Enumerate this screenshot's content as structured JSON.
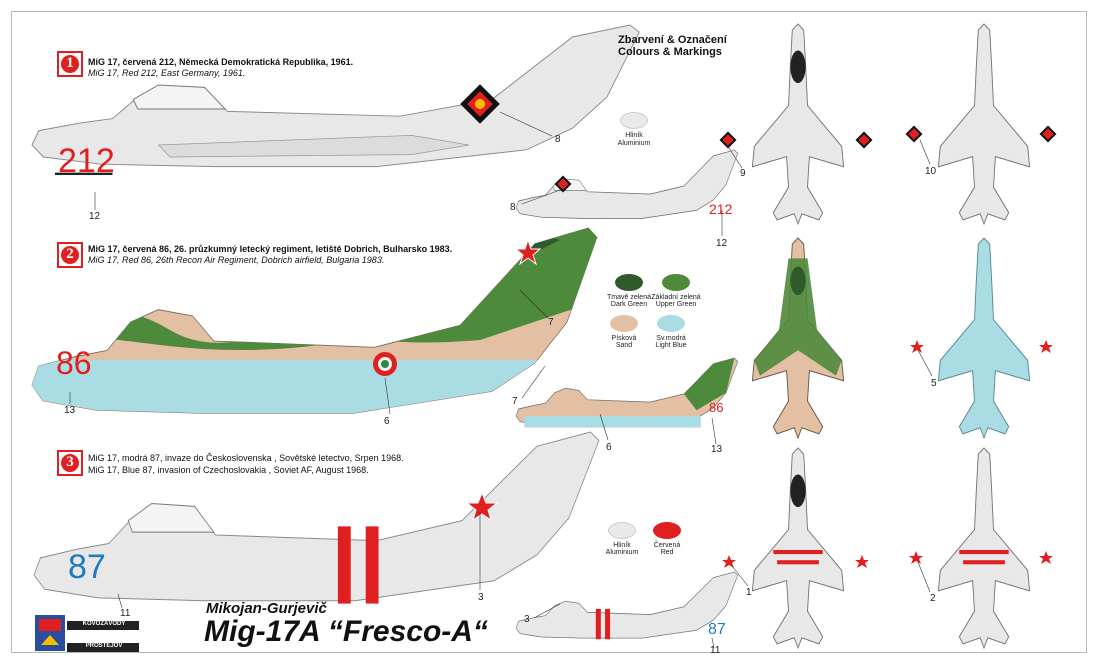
{
  "legend": {
    "title_cz": "Zbarvení & Označení",
    "title_en": "Colours & Markings",
    "swatches_scheme1": [
      {
        "label_cz": "Hliník",
        "label_en": "Aluminium",
        "color": "#e9e9e9"
      }
    ],
    "swatches_scheme2": [
      {
        "label_cz": "Tmavě zelená",
        "label_en": "Dark Green",
        "color": "#2f5a2a"
      },
      {
        "label_cz": "Základní zelená",
        "label_en": "Upper Green",
        "color": "#4e8a3c"
      },
      {
        "label_cz": "Písková",
        "label_en": "Sand",
        "color": "#e3c0a3"
      },
      {
        "label_cz": "Sv.modrá",
        "label_en": "Light Blue",
        "color": "#a9dde3"
      }
    ],
    "swatches_scheme3": [
      {
        "label_cz": "Hliník",
        "label_en": "Aluminium",
        "color": "#e9e9e9"
      },
      {
        "label_cz": "Červená",
        "label_en": "Red",
        "color": "#e02020"
      }
    ]
  },
  "schemes": [
    {
      "number": "1",
      "caption_cz": "MiG 17, červená 212, Německá Demokratická Republika, 1961.",
      "caption_en": "MiG 17, Red 212, East Germany, 1961.",
      "side_number": "212"
    },
    {
      "number": "2",
      "caption_cz": "MiG 17, červená 86, 26. průzkumný letecký regiment, letiště Dobrich, Bulharsko 1983.",
      "caption_en": "MiG 17, Red 86, 26th Recon Air Regiment, Dobrich airfield, Bulgaria 1983.",
      "side_number": "86"
    },
    {
      "number": "3",
      "caption_cz": "MiG 17, modrá 87, invaze do Československa , Sovětské letectvo, Srpen 1968.",
      "caption_en": "MiG 17, Blue 87, invasion of Czechoslovakia , Soviet AF, August 1968.",
      "side_number": "87"
    }
  ],
  "callouts": {
    "c8a": "8",
    "c12a": "12",
    "c8b": "8",
    "c12b": "12",
    "c9": "9",
    "c10": "10",
    "c7a": "7",
    "c13a": "13",
    "c6a": "6",
    "c7b": "7",
    "c6b": "6",
    "c13b": "13",
    "c5": "5",
    "c11a": "11",
    "c3a": "3",
    "c3b": "3",
    "c11b": "11",
    "c1": "1",
    "c2": "2"
  },
  "product": {
    "subtitle": "Mikojan-Gurjevič",
    "title": "Mig-17A “Fresco-A“",
    "logo_top": "KOVOZÁVODY",
    "logo_bottom": "PROSTĚJOV"
  },
  "colors": {
    "aluminium": "#e6e6e6",
    "dark_green": "#2f5a2a",
    "upper_green": "#4e8a3c",
    "sand": "#e3c0a3",
    "light_blue": "#a9dde3",
    "red": "#e02020",
    "blue_number": "#1e7bbf"
  }
}
